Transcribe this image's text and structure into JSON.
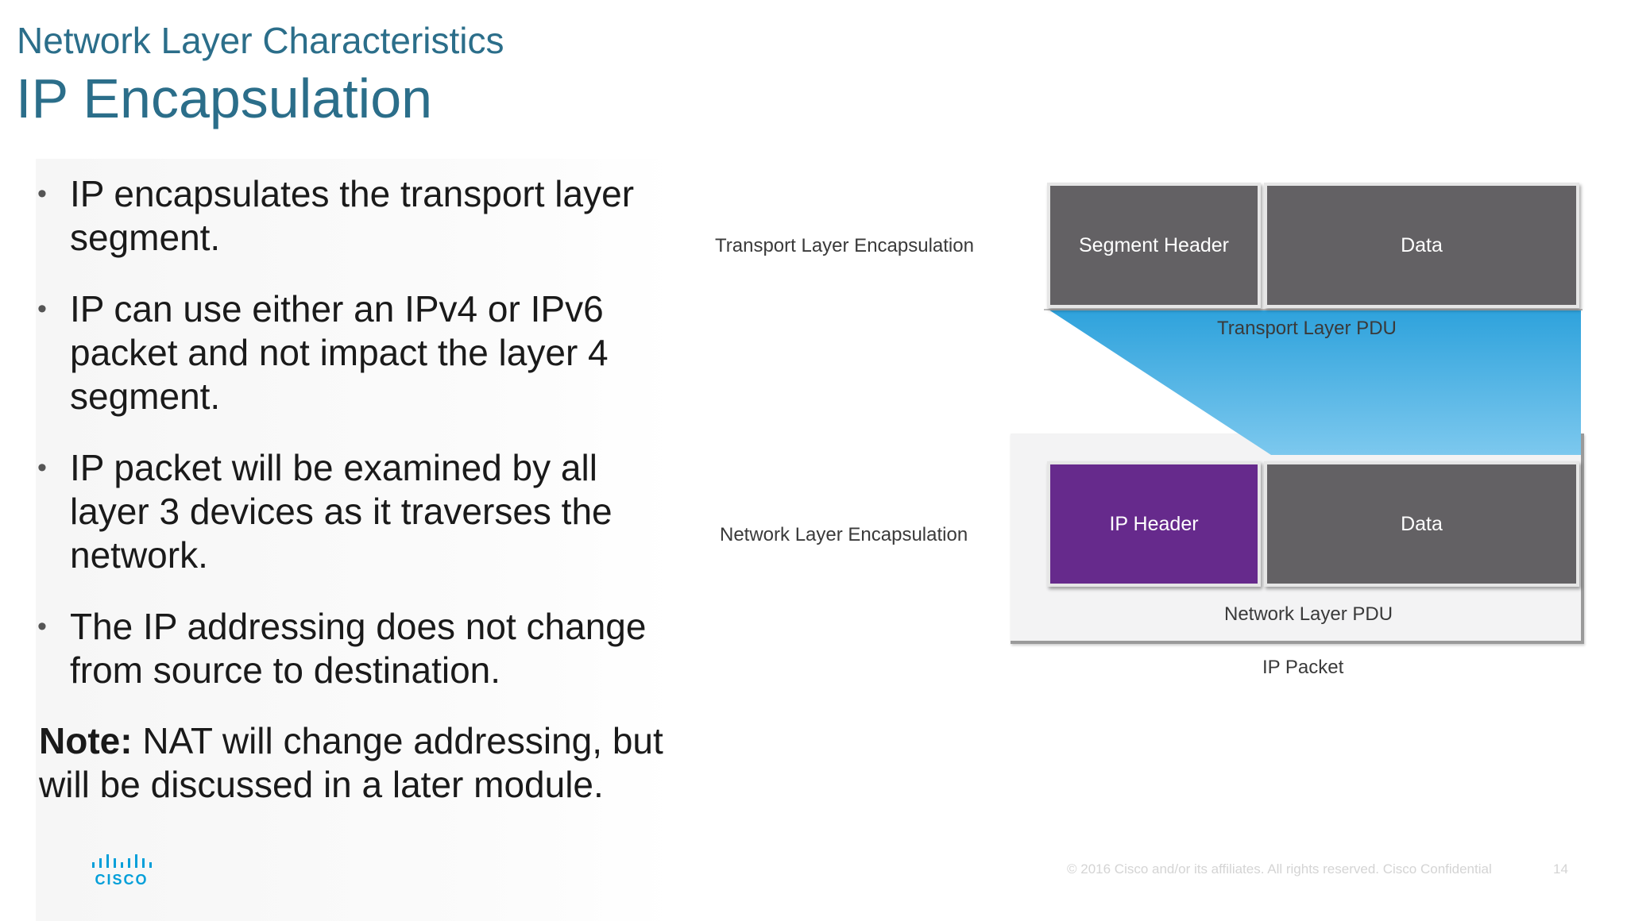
{
  "header": {
    "supertitle": "Network Layer Characteristics",
    "title": "IP Encapsulation"
  },
  "bullets": [
    "IP encapsulates the transport layer segment.",
    "IP can use either an IPv4 or IPv6 packet and not impact the layer 4 segment.",
    "IP packet will be examined by all layer 3 devices as it traverses the network.",
    "The IP addressing does not change from source to destination."
  ],
  "note": {
    "label": "Note:",
    "text": " NAT will change addressing, but will be discussed in a later module."
  },
  "diagram": {
    "transport_label": "Transport Layer Encapsulation",
    "network_label": "Network Layer Encapsulation",
    "segment_header": "Segment Header",
    "transport_data": "Data",
    "transport_pdu": "Transport Layer PDU",
    "ip_header": "IP Header",
    "network_data": "Data",
    "network_pdu": "Network Layer PDU",
    "ip_packet": "IP Packet",
    "colors": {
      "segment_gray": "#636164",
      "ip_header_purple": "#662a8c",
      "funnel_blue": "#3aa8e0"
    }
  },
  "footer": {
    "copyright": "© 2016  Cisco and/or its affiliates. All rights reserved.   Cisco Confidential",
    "page_number": "14",
    "logo_text": "CISCO",
    "logo_color": "#049fd9"
  }
}
